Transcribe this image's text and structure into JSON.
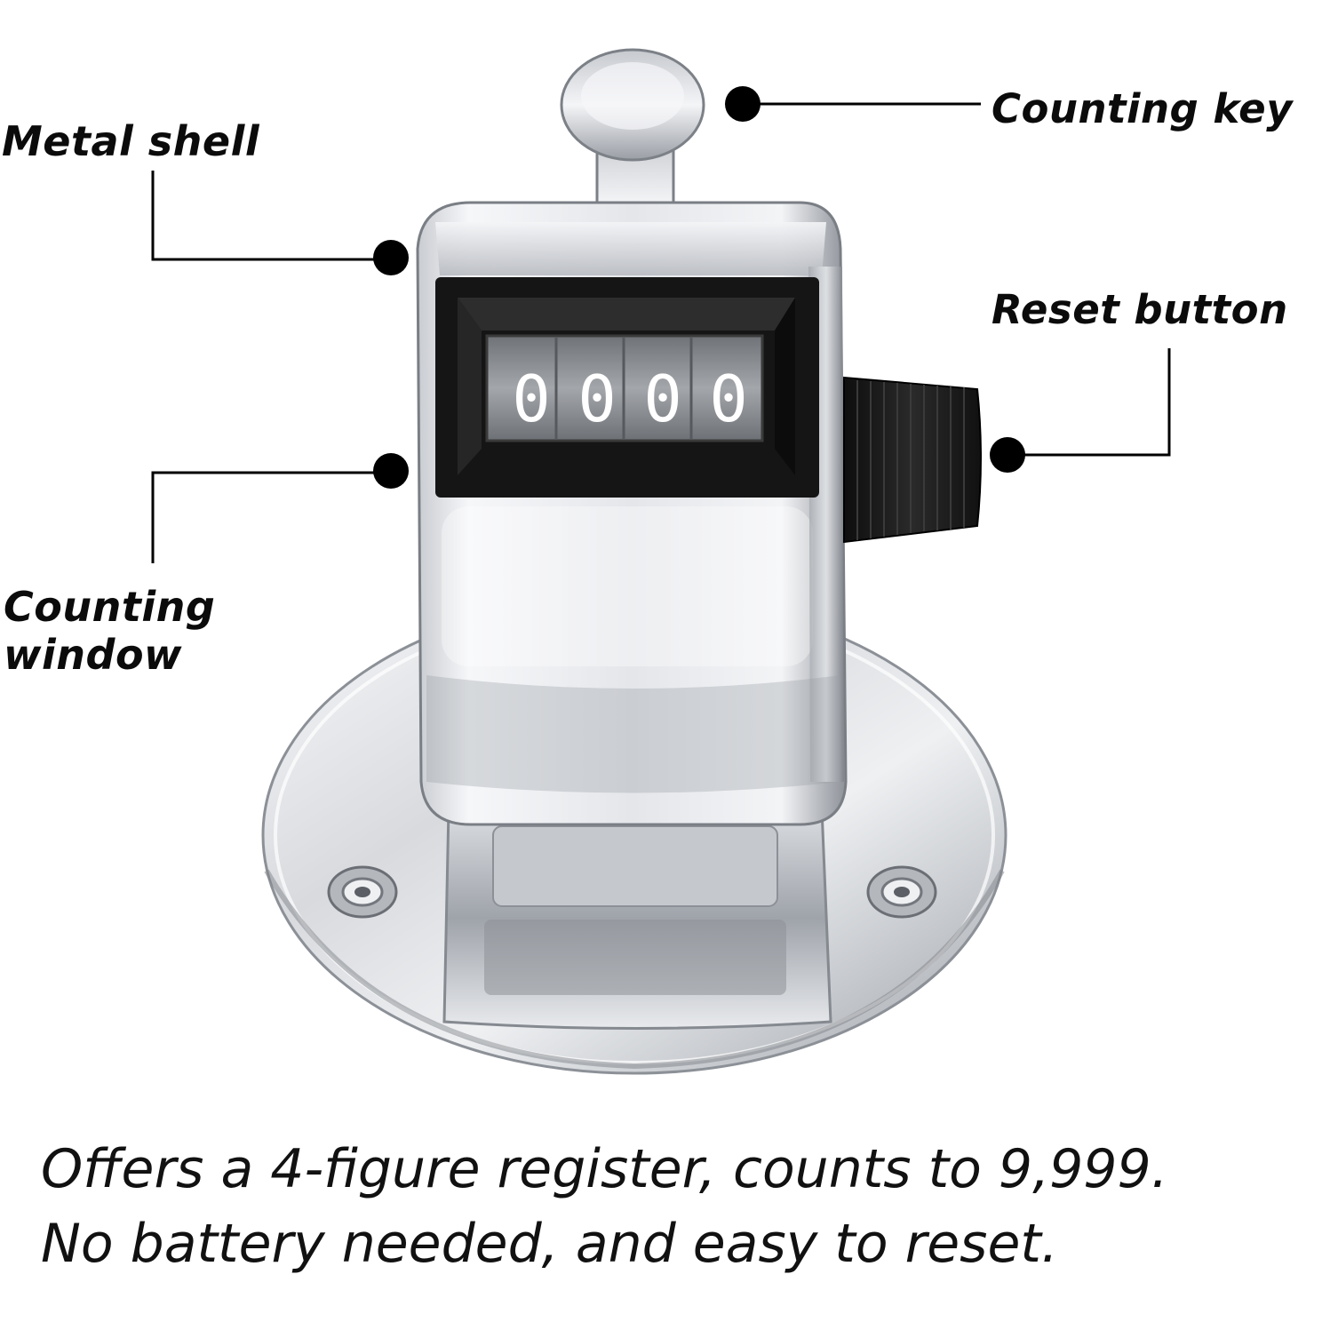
{
  "callouts": {
    "metal_shell": "Metal shell",
    "counting_key": "Counting key",
    "reset_button": "Reset button",
    "counting_window": "Counting window"
  },
  "counter_display": {
    "digits": [
      "0",
      "0",
      "0",
      "0"
    ]
  },
  "caption": {
    "line1": "Offers a 4-figure register, counts to 9,999.",
    "line2": "No battery needed, and easy to reset."
  },
  "colors": {
    "background": "#ffffff",
    "callout_line": "#000000",
    "chrome_light": "#f2f3f5",
    "chrome_mid": "#b9bcc2",
    "chrome_dark": "#5b5f66",
    "window_frame": "#1b1b1b",
    "digit_bg": "#8f9296"
  },
  "icons": {
    "device": "tally-counter-illustration",
    "knob": "reset-knob-icon"
  }
}
